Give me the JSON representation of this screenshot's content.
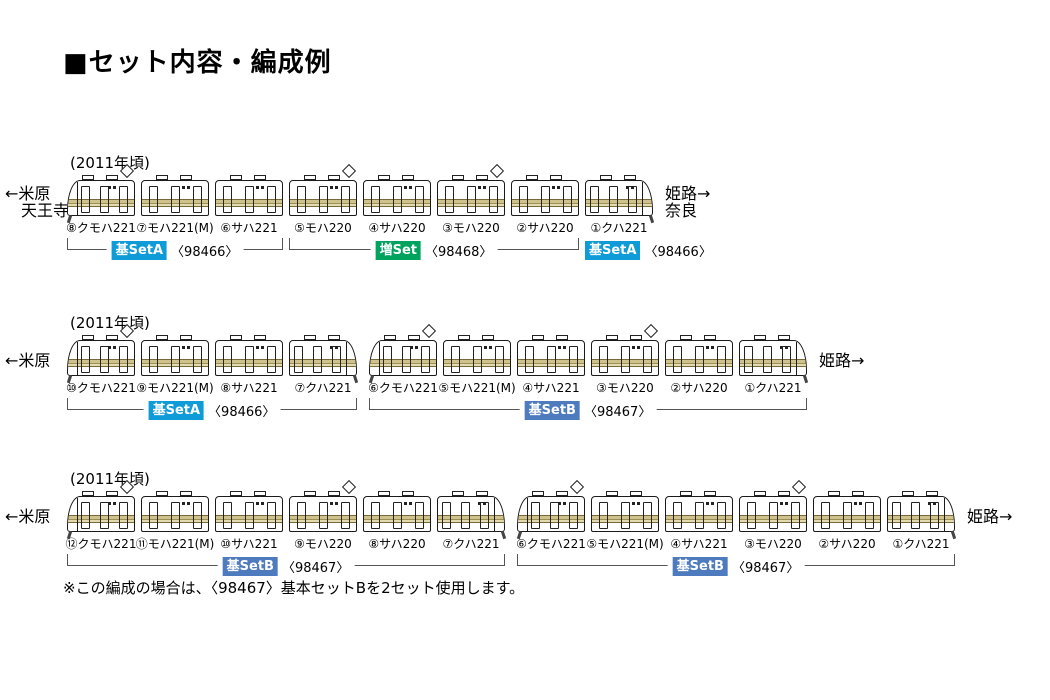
{
  "title": "■セット内容・編成例",
  "note": "※この編成の場合は、〈98467〉基本セットBを2セット使用します。",
  "badge_colors": {
    "setA": "#0f9bd7",
    "setB": "#4e7bbe",
    "zo": "#00a35e"
  },
  "formations": [
    {
      "year": "(2011年頃)",
      "left_dest": [
        "←米原",
        "天王寺"
      ],
      "right_dest": [
        "姫路→",
        "奈良"
      ],
      "cars": [
        {
          "label": "⑧クモハ221",
          "cab": "left",
          "panto": true
        },
        {
          "label": "⑦モハ221(M)"
        },
        {
          "label": "⑥サハ221"
        },
        {
          "label": "⑤モハ220",
          "panto": true
        },
        {
          "label": "④サハ220"
        },
        {
          "label": "③モハ220",
          "panto": true
        },
        {
          "label": "②サハ220"
        },
        {
          "label": "①クハ221",
          "cab": "right"
        }
      ],
      "brackets": [
        {
          "from": 0,
          "to": 2,
          "badge": "基SetA",
          "type": "setA",
          "code": "〈98466〉"
        },
        {
          "from": 3,
          "to": 6,
          "badge": "増Set",
          "type": "zo",
          "code": "〈98468〉"
        },
        {
          "from": 7,
          "to": 7,
          "badge": "基SetA",
          "type": "setA",
          "code": "〈98466〉",
          "label_only": true
        }
      ]
    },
    {
      "year": "(2011年頃)",
      "left_dest": [
        "←米原"
      ],
      "right_dest": [
        "姫路→"
      ],
      "cars": [
        {
          "label": "⑩クモハ221",
          "cab": "left",
          "panto": true
        },
        {
          "label": "⑨モハ221(M)"
        },
        {
          "label": "⑧サハ221"
        },
        {
          "label": "⑦クハ221",
          "cab": "right"
        },
        {
          "label": "⑥クモハ221",
          "cab": "left",
          "panto": true,
          "gap_before": true
        },
        {
          "label": "⑤モハ221(M)"
        },
        {
          "label": "④サハ221"
        },
        {
          "label": "③モハ220",
          "panto": true
        },
        {
          "label": "②サハ220"
        },
        {
          "label": "①クハ221",
          "cab": "right"
        }
      ],
      "brackets": [
        {
          "from": 0,
          "to": 3,
          "badge": "基SetA",
          "type": "setA",
          "code": "〈98466〉"
        },
        {
          "from": 4,
          "to": 9,
          "badge": "基SetB",
          "type": "setB",
          "code": "〈98467〉"
        }
      ]
    },
    {
      "year": "(2011年頃)",
      "left_dest": [
        "←米原"
      ],
      "right_dest": [
        "姫路→"
      ],
      "cars": [
        {
          "label": "⑫クモハ221",
          "cab": "left",
          "panto": true
        },
        {
          "label": "⑪モハ221(M)"
        },
        {
          "label": "⑩サハ221"
        },
        {
          "label": "⑨モハ220",
          "panto": true
        },
        {
          "label": "⑧サハ220"
        },
        {
          "label": "⑦クハ221",
          "cab": "right"
        },
        {
          "label": "⑥クモハ221",
          "cab": "left",
          "panto": true,
          "gap_before": true
        },
        {
          "label": "⑤モハ221(M)"
        },
        {
          "label": "④サハ221"
        },
        {
          "label": "③モハ220",
          "panto": true
        },
        {
          "label": "②サハ220"
        },
        {
          "label": "①クハ221",
          "cab": "right"
        }
      ],
      "brackets": [
        {
          "from": 0,
          "to": 5,
          "badge": "基SetB",
          "type": "setB",
          "code": "〈98467〉"
        },
        {
          "from": 6,
          "to": 11,
          "badge": "基SetB",
          "type": "setB",
          "code": "〈98467〉"
        }
      ]
    }
  ]
}
